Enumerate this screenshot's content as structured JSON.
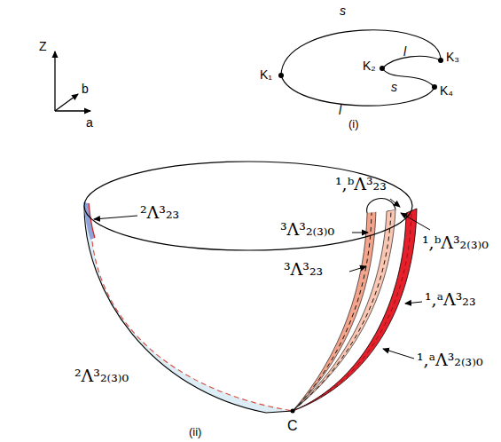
{
  "diagram": {
    "labels": [
      "Z",
      "b",
      "a",
      "s",
      "K₁",
      "l",
      "K₂",
      "K₃",
      "s",
      "K₄",
      "l",
      "(i)",
      "²Λ³₂₃",
      "¹,ᵇΛ³₂₃",
      "³Λ³₂₍₃₎₀",
      "¹,ᵇΛ³₂₍₃₎₀",
      "³Λ³₂₃",
      "¹,ᵃΛ³₂₃",
      "²Λ³₂₍₃₎₀",
      "¹,ᵃΛ³₂₍₃₎₀",
      "C",
      "(ii)"
    ]
  }
}
